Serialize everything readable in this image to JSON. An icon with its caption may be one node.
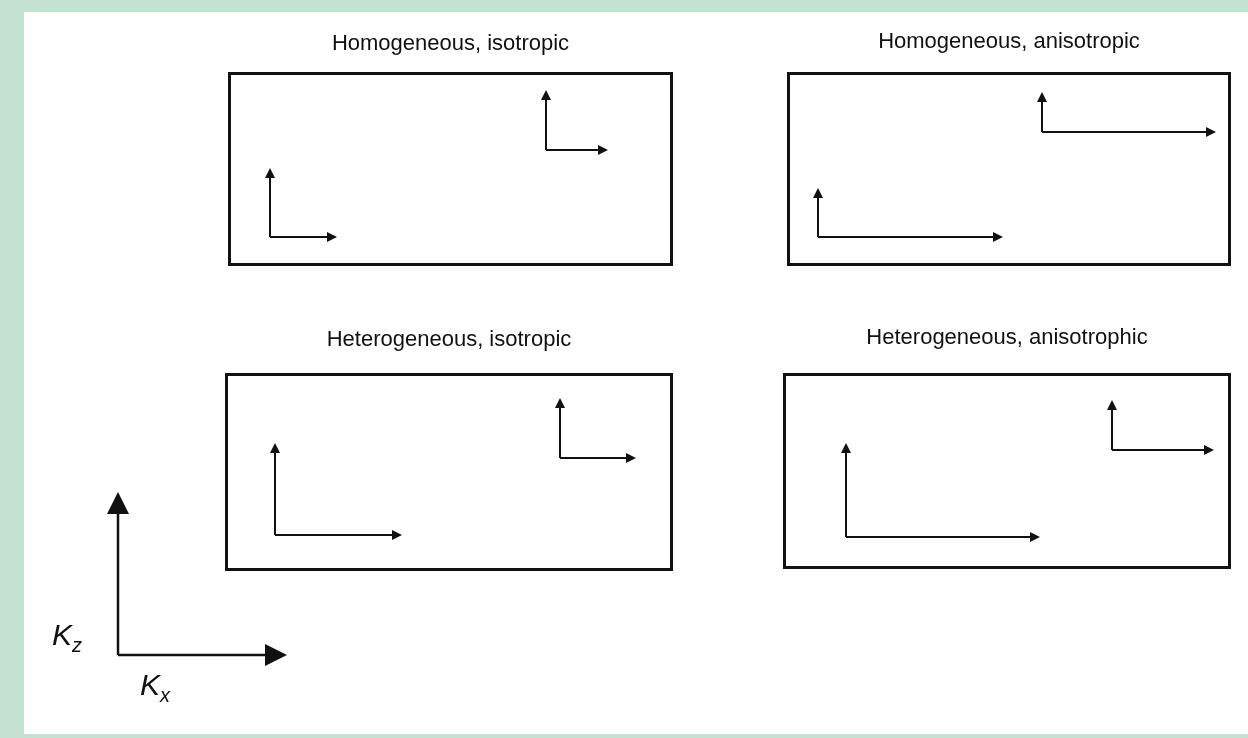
{
  "diagram": {
    "nodes": [
      {
        "text": [
          "Homogeneous, isotropic"
        ]
      },
      {
        "text": [
          "Homogeneous, anisotropic"
        ]
      },
      {
        "text": [
          "Heterogeneous, isotropic"
        ]
      },
      {
        "text": [
          "Heterogeneous, anisotrophic"
        ]
      }
    ],
    "edges": [],
    "labels": [
      "K$_{z}$",
      "K$_{x}$"
    ]
  }
}
